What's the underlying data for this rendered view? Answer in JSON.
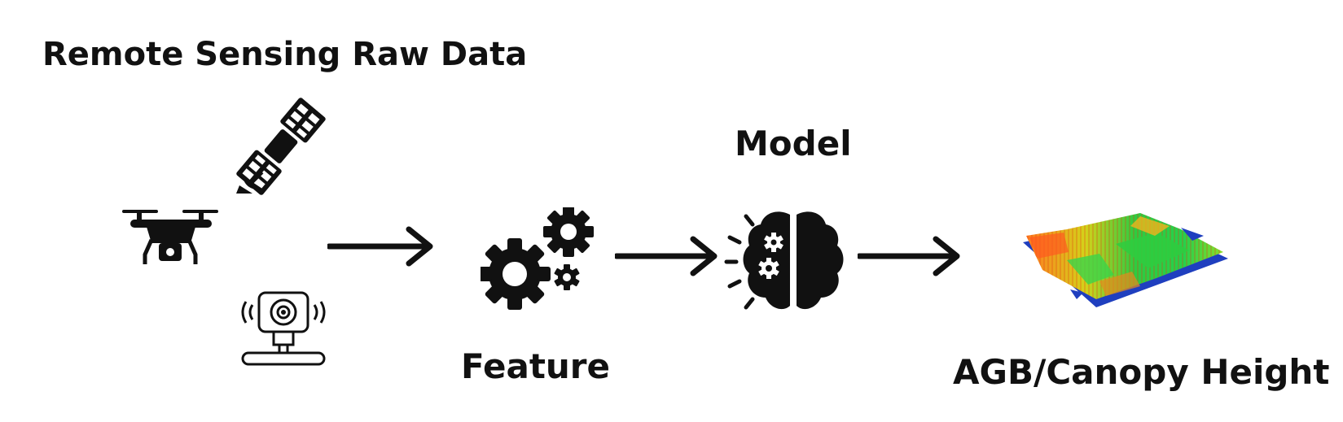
{
  "diagram": {
    "title": "Remote Sensing Raw Data",
    "stages": {
      "feature": "Feature",
      "model": "Model",
      "output": "AGB/Canopy Height"
    },
    "inputs": [
      "satellite-icon",
      "drone-icon",
      "ground-sensor-icon"
    ],
    "icons": {
      "feature": "gears-icon",
      "model": "brain-gears-icon",
      "output": "canopy-height-map"
    },
    "colors": {
      "ink": "#111111",
      "map_low": "#1f3fbf",
      "map_mid": "#2ecc40",
      "map_high": "#ff5a1f"
    }
  }
}
